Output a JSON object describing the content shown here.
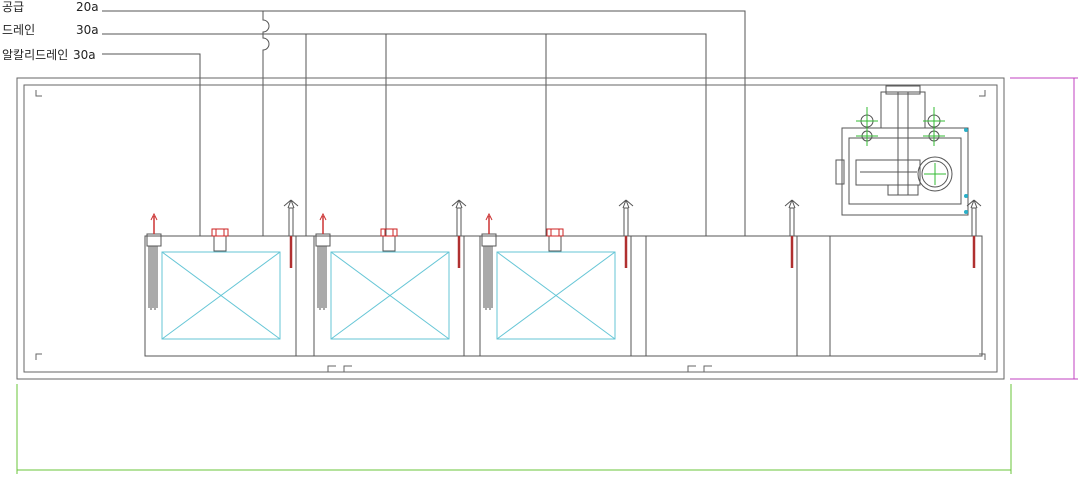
{
  "pipe_labels": [
    {
      "name": "공급",
      "size": "20a"
    },
    {
      "name": "드레인",
      "size": "30a"
    },
    {
      "name": "알칼리드레인",
      "size": "30a"
    }
  ],
  "colors": {
    "line": "#555555",
    "frame": "#666666",
    "tank_inner": "#66c6d6",
    "heater": "#cc3333",
    "sensor": "#b03030",
    "fitting": "#cc2222",
    "dimension_vertical": "#c040c0",
    "dimension_horizontal": "#6ac43a",
    "centerline": "#33bb33",
    "point": "#2ab0c8"
  }
}
